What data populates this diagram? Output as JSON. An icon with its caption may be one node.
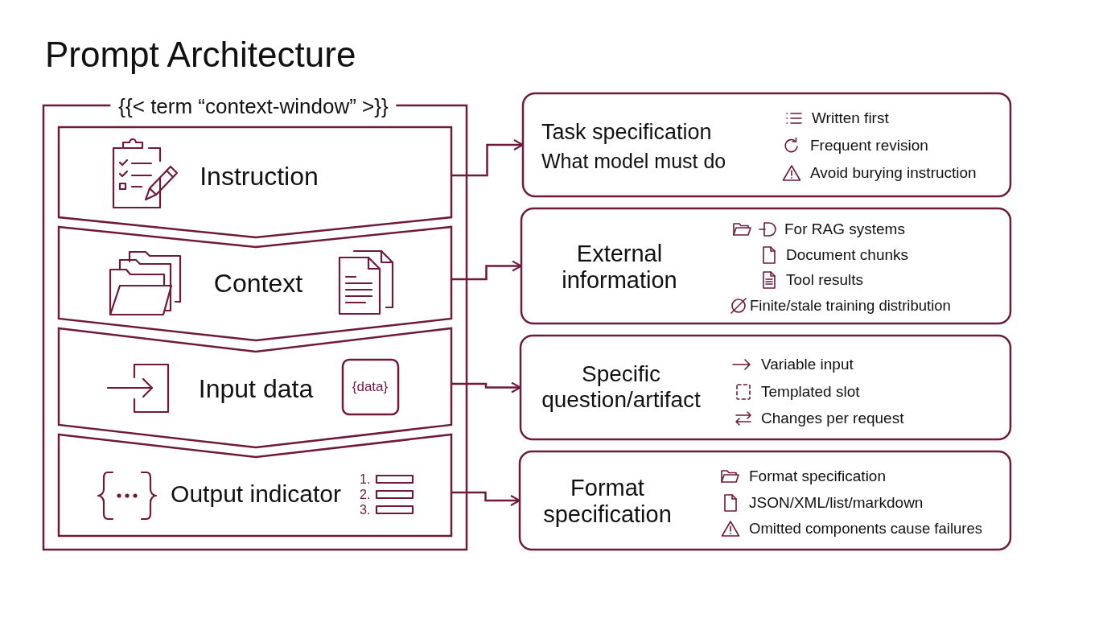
{
  "diagram": {
    "title": "Prompt Architecture",
    "nodes": [
      {
        "text": [
          "{{< term “context-window” >}}"
        ]
      },
      {
        "text": [
          "Instruction"
        ],
        "in": 0
      },
      {
        "text": [
          "Context"
        ],
        "in": 0
      },
      {
        "text": [
          "Input data"
        ],
        "in": 0
      },
      {
        "text": [
          "{data}"
        ],
        "in": 3
      },
      {
        "text": [
          "Output indicator"
        ],
        "in": 0
      },
      {
        "text": [
          "Task specification",
          "What model must do",
          "Written first",
          "Frequent revision",
          "Avoid burying instruction"
        ]
      },
      {
        "text": [
          "External information",
          "For RAG systems",
          "Document chunks",
          "Tool results",
          "Finite/stale training distribution"
        ]
      },
      {
        "text": [
          "Specific question/artifact",
          "Variable input",
          "Templated slot",
          "Changes per request"
        ]
      },
      {
        "text": [
          "Format specification",
          "Format specification",
          "JSON/XML/list/markdown",
          "Omitted components cause failures"
        ]
      }
    ],
    "edges": [
      {
        "from": 1,
        "to": 6,
        "arrow": "to"
      },
      {
        "from": 2,
        "to": 7,
        "arrow": "to"
      },
      {
        "from": 3,
        "to": 8,
        "arrow": "to"
      },
      {
        "from": 5,
        "to": 9,
        "arrow": "to"
      }
    ],
    "labels": [
      "1.",
      "2.",
      "3."
    ]
  }
}
